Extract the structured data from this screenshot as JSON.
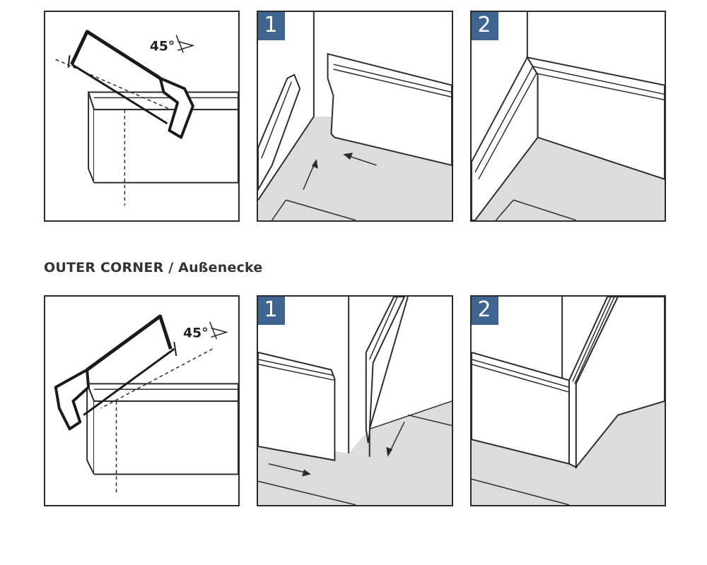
{
  "section_heading": "OUTER CORNER / Außenecke",
  "saw_angle": "45°",
  "steps": {
    "inner_1": "1",
    "inner_2": "2",
    "outer_1": "1",
    "outer_2": "2"
  },
  "colors": {
    "badge": "#3e6590",
    "floor": "#dcdcdc",
    "line": "#2b2b2b"
  }
}
